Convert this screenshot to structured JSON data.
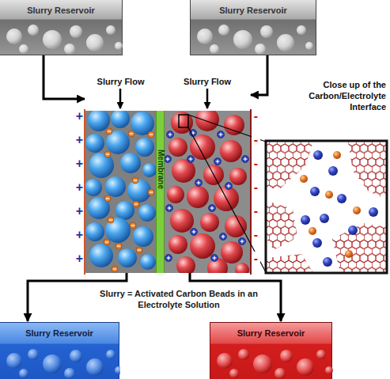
{
  "diagram": {
    "nodes": [
      {
        "text": [
          "Slurry Reservoir"
        ]
      },
      {
        "text": [
          "Slurry Reservoir"
        ]
      },
      {
        "text": [
          "Slurry Flow"
        ]
      },
      {
        "text": [
          "Membrane"
        ]
      },
      {
        "text": [
          "Slurry Flow"
        ]
      },
      {
        "text": [
          "Close up of the Carbon/Electrolyte Interface"
        ]
      },
      {
        "text": [
          "Slurry Reservoir"
        ]
      },
      {
        "text": [
          "Slurry Reservoir"
        ]
      }
    ],
    "edges": [
      {
        "from": 0,
        "to": 2,
        "arrow": "to"
      },
      {
        "from": 1,
        "to": 4,
        "arrow": "to"
      },
      {
        "from": 2,
        "to": 6,
        "arrow": "to"
      },
      {
        "from": 4,
        "to": 7,
        "arrow": "to"
      }
    ],
    "labels": [
      "+",
      "+",
      "+",
      "+",
      "+",
      "+",
      "+",
      "-",
      "-",
      "-",
      "-",
      "-",
      "-",
      "-",
      "Slurry = Activated Carbon Beads in an Electrolyte Solution"
    ]
  }
}
